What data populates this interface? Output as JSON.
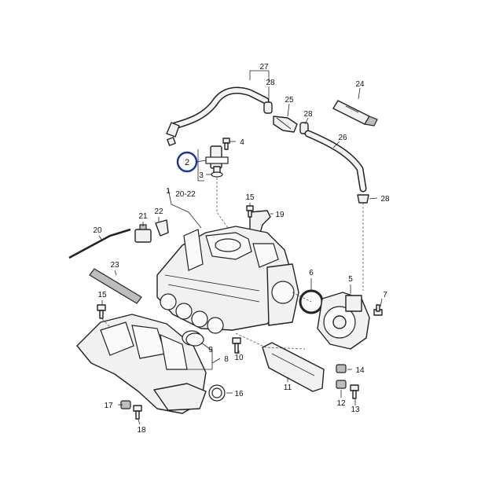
{
  "diagram": {
    "callouts": {
      "c1": "1",
      "c2": "2",
      "c3": "3",
      "c4": "4",
      "c5": "5",
      "c6": "6",
      "c7": "7",
      "c8": "8",
      "c9": "9",
      "c10": "10",
      "c11": "11",
      "c12": "12",
      "c13": "13",
      "c14": "14",
      "c15a": "15",
      "c15b": "15",
      "c16": "16",
      "c17": "17",
      "c18": "18",
      "c19": "19",
      "c20": "20",
      "c2022": "20-22",
      "c21": "21",
      "c22": "22",
      "c23": "23",
      "c24": "24",
      "c25": "25",
      "c26": "26",
      "c27": "27",
      "c28a": "28",
      "c28b": "28",
      "c28c": "28"
    },
    "highlight_color": "#1b2fa8",
    "line_color": "#222222",
    "background_color": "#ffffff"
  }
}
